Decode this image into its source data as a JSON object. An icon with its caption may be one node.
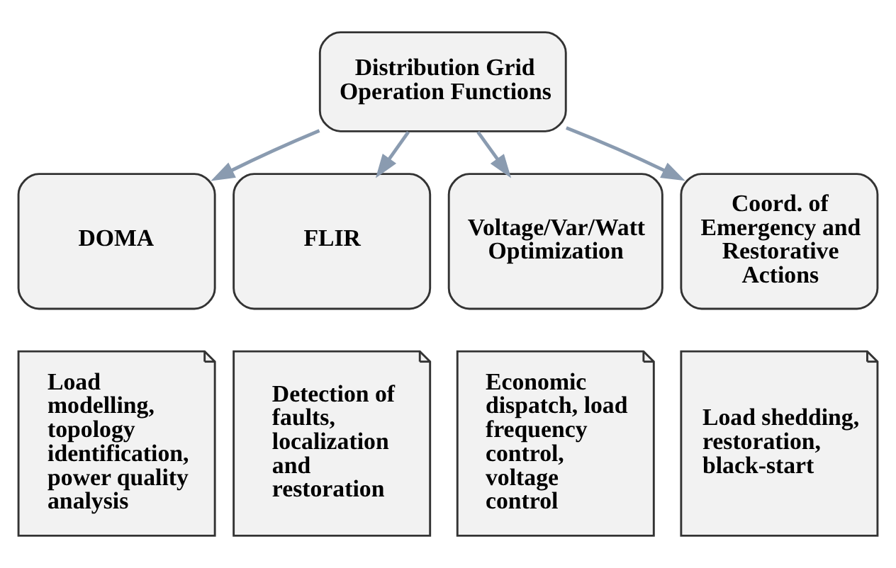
{
  "diagram": {
    "nodes": [
      {
        "text": [
          "Distribution Grid Operation Functions"
        ]
      },
      {
        "text": [
          "DOMA"
        ]
      },
      {
        "text": [
          "FLIR"
        ]
      },
      {
        "text": [
          "Voltage/Var/Watt Optimization"
        ]
      },
      {
        "text": [
          "Coord. of Emergency and Restorative Actions"
        ]
      },
      {
        "text": [
          "Load modelling, topology identification, power quality analysis"
        ]
      },
      {
        "text": [
          "Detection of faults, localization and restoration"
        ]
      },
      {
        "text": [
          "Economic dispatch, load frequency control, voltage control"
        ]
      },
      {
        "text": [
          "Load shedding, restoration, black-start"
        ]
      }
    ],
    "edges": [
      {
        "from": 0,
        "to": 1,
        "arrow": "to"
      },
      {
        "from": 0,
        "to": 2,
        "arrow": "to"
      },
      {
        "from": 0,
        "to": 3,
        "arrow": "to"
      },
      {
        "from": 0,
        "to": 4,
        "arrow": "to"
      }
    ]
  }
}
